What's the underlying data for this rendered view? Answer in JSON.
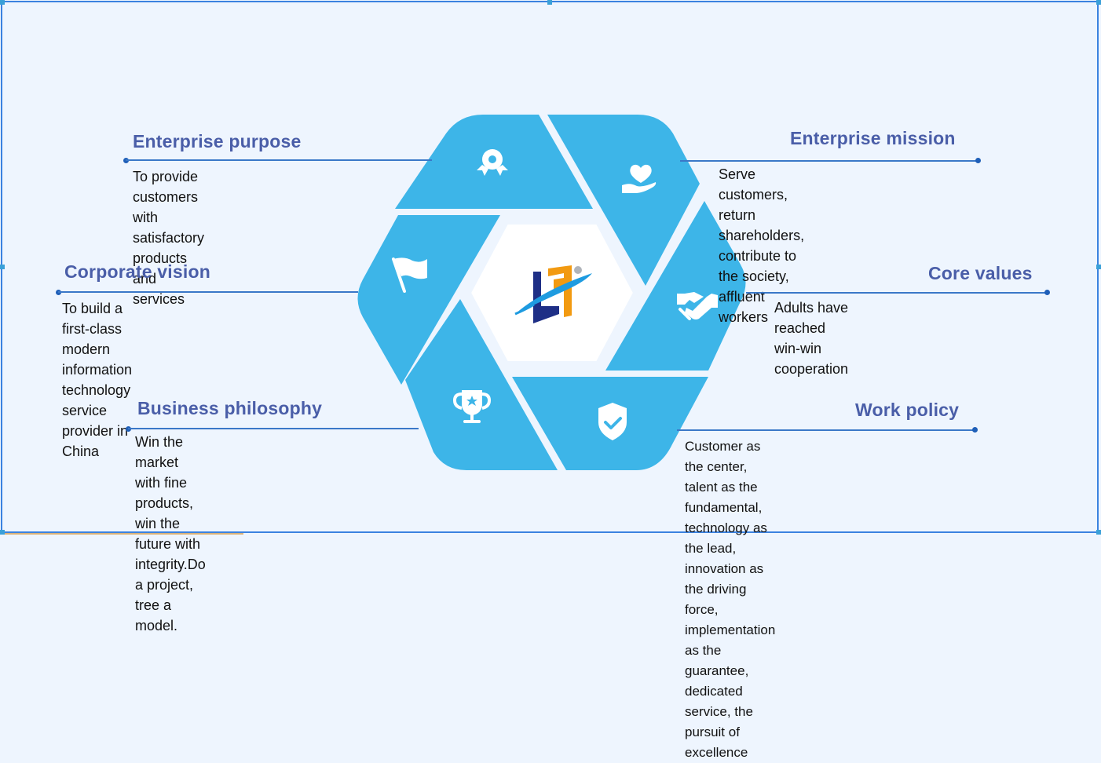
{
  "center_logo": {
    "name": "company-logo",
    "colors": {
      "navy": "#1e2f86",
      "orange": "#f29a11",
      "ring": "#1e9be0",
      "dot": "#b0b4ba"
    }
  },
  "segment_color": "#3db5e8",
  "sections": {
    "enterprise_purpose": {
      "title": "Enterprise purpose",
      "description": "To provide customers with satisfactory\nproducts and services",
      "icon": "award-ribbon-icon"
    },
    "enterprise_mission": {
      "title": "Enterprise mission",
      "description": "Serve customers, return shareholders,\ncontribute to the society, affluent workers",
      "icon": "heart-in-hand-icon"
    },
    "corporate_vision": {
      "title": "Corporate vision",
      "description": "To build a first-class modern information\ntechnology service provider in China",
      "icon": "flag-icon"
    },
    "core_values": {
      "title": "Core values",
      "description": "Adults have reached win-win cooperation",
      "icon": "handshake-icon"
    },
    "business_philosophy": {
      "title": "Business philosophy",
      "description": "Win the market with fine products, win the\nfuture with integrity.Do a project, tree a model.",
      "icon": "trophy-icon"
    },
    "work_policy": {
      "title": "Work policy",
      "description": "Customer as the center, talent as the fundamental,\ntechnology as the lead, innovation as the driving\nforce, implementation as the guarantee,\ndedicated service, the pursuit of excellence",
      "icon": "shield-check-icon"
    }
  }
}
